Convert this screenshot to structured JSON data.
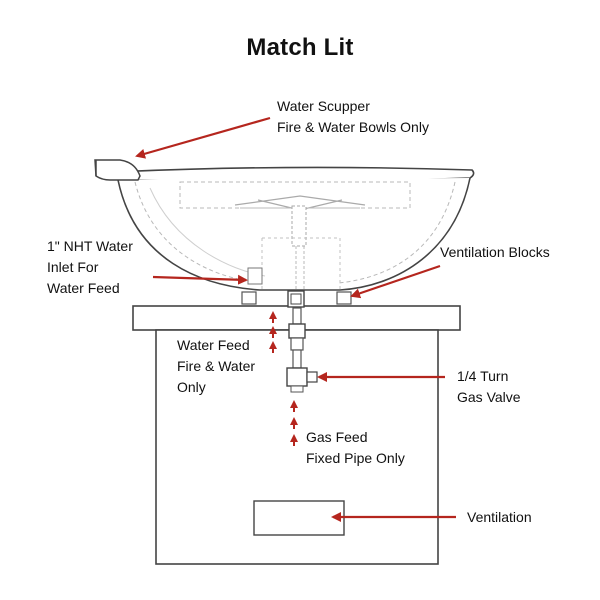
{
  "title": "Match Lit",
  "labels": {
    "scupper": [
      "Water Scupper",
      "Fire & Water Bowls Only"
    ],
    "nht_inlet": [
      "1\" NHT Water",
      "Inlet For",
      "Water Feed"
    ],
    "ventilation_blocks": [
      "Ventilation Blocks"
    ],
    "water_feed": [
      "Water Feed",
      "Fire & Water",
      "Only"
    ],
    "gas_valve": [
      "1/4 Turn",
      "Gas Valve"
    ],
    "gas_feed": [
      "Gas Feed",
      "Fixed Pipe Only"
    ],
    "ventilation": [
      "Ventilation"
    ]
  },
  "colors": {
    "arrow": "#b5261e",
    "outline": "#4a4a4a",
    "ghost": "#b8b8b8"
  }
}
